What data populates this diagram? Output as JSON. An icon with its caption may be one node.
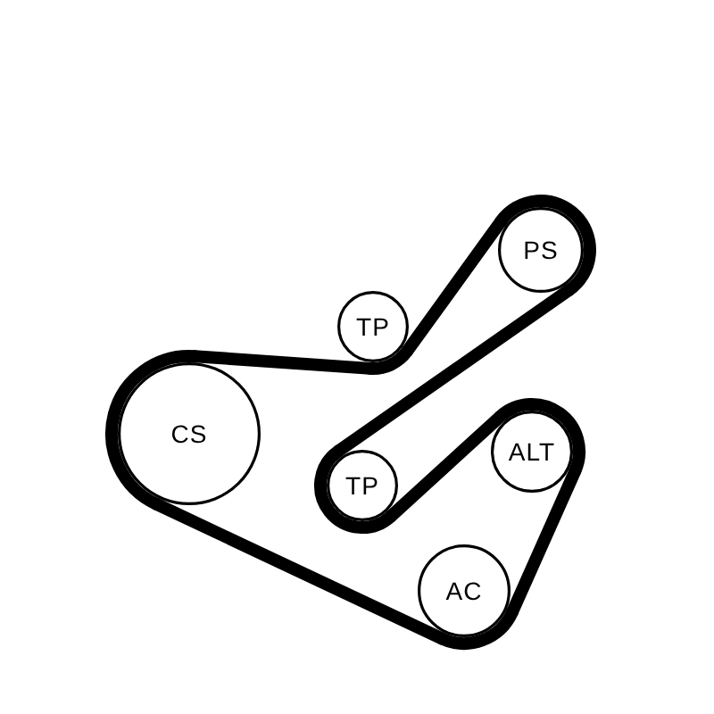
{
  "diagram": {
    "nodes": [
      {
        "text": [
          "PS"
        ]
      },
      {
        "text": [
          "TP"
        ]
      },
      {
        "text": [
          "CS"
        ]
      },
      {
        "text": [
          "TP"
        ]
      },
      {
        "text": [
          "ALT"
        ]
      },
      {
        "text": [
          "AC"
        ]
      }
    ],
    "edges": [
      {
        "from": 2,
        "to": 1,
        "arrow": "none"
      },
      {
        "from": 1,
        "to": 0,
        "arrow": "none"
      },
      {
        "from": 0,
        "to": 3,
        "arrow": "none"
      },
      {
        "from": 3,
        "to": 4,
        "arrow": "none"
      },
      {
        "from": 4,
        "to": 5,
        "arrow": "none"
      },
      {
        "from": 5,
        "to": 2,
        "arrow": "none"
      }
    ]
  }
}
